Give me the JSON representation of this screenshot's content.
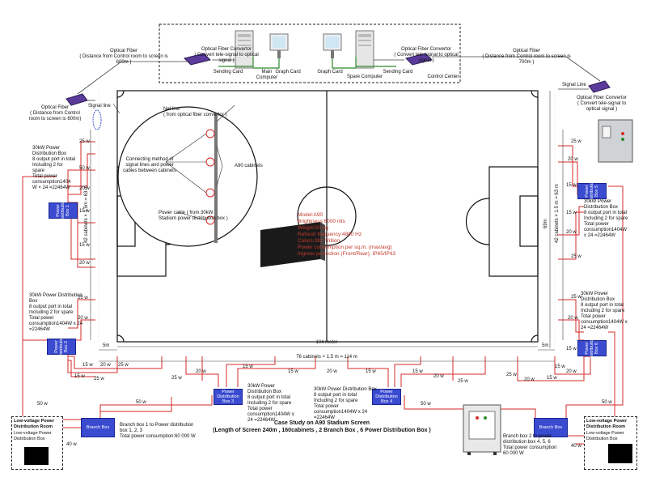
{
  "control": {
    "main_computer": "Main Computer",
    "spare_computer": "Spare Computer",
    "sending_card_left": "Sending Card",
    "graph_card_left": "Graph Card",
    "graph_card_right": "Graph Card",
    "sending_card_right": "Sending Card",
    "control_center": "Control Center",
    "converter_left": "Optical Fiber Convertor\n( Convert tele-signal to optical signal )",
    "converter_right": "Optical Fiber Convertor\n( Convert tele-signal to optical signal )",
    "fiber_top_left": "Optical Fiber\n( Distance from Control room to screen is 600m )",
    "fiber_top_right": "Optical Fiber\n( Distance from Control room to screen is 700m )",
    "fiber_left": "Optical Fiber\n( Distance from Control\nroom to screen is 600m)",
    "signal_line_left": "Signal line",
    "signal_line_right": "Signal Line",
    "converter_mid_right": "Optical Fiber Convertor\n( Convert tele-signal to\noptical signal )"
  },
  "field": {
    "detail_net_line": "Net line\n( from optical fiber convertor )",
    "detail_connecting": "Connecting method of\nsignal lines and power\ncables between cabinets",
    "detail_cabinets": "A90 cabinets",
    "detail_power_cable": "Power cable ( from 30kW\nStadium power distribution box )",
    "left_side_label": "42 cabinets × 1.5m = 63 m",
    "right_side_label": "42 cabinets × 1.5 m = 63 m",
    "right_outer_label": "69m",
    "bottom_inner": "104 meter",
    "bottom_outer": "76 cabinets × 1.5 m = 114 m",
    "corner_left": "5m",
    "corner_right": "5m"
  },
  "spec": {
    "model": "Model:A90",
    "brightness": "Brightness:6000 nits",
    "weight": "Weight:50 kg",
    "refresh": "Refresh frequency:4800 Hz",
    "colors": "Colors:281 Trillion",
    "power": "Power consumption per sq.m. (max/avg)",
    "ingress": "Ingress protection (Front/Rear): IP65/IP43"
  },
  "distribution": {
    "box1_label": "Power\nDistribution\nBox 1",
    "box1_desc": "30kW Power\nDistribution Box\n8 output port in total\nIncluding 2 for\nspare\nTotal power\nconsumption1404\nW × 24 =22464W",
    "box2_label": "Power\nDistribution\nBox 2",
    "box2_desc": "30kW Power Distribution\nBox\n8 output port in total\nIncluding 2 for spare\nTotal power\nconsumption1404W x 24\n=22464W",
    "box3_label": "Power\nDistribution\nBox 3",
    "box3_desc": "30kW Power\nDistribution Box\n8 output port in total\nIncluding 2 for spare\nTotal power\nconsumption1404W x\n24 =22464W",
    "box4_label": "Power\nDistribution\nBox 4",
    "box4_desc": "30kW Power Distribution Box\n8 output port in total\nIncluding 2 for spare\nTotal power\nconsumption1404W x 24\n=22464W",
    "box5_label": "Power\nDistribution\nBox 5",
    "box5_desc": "30kW Power\nDistribution Box\n8 output port in total\nIncluding 2 for spare\nTotal power\nconsumption1404W\nx 24 =22464W",
    "box6_label": "Power\nDistribution\nBox 6",
    "box6_desc": "30kW Power\nDistribution Box\n8 output port in total\nIncluding 2 for spare\nTotal power\nconsumption1404W x\n24 =22464W",
    "branch1_label": "Branch Box",
    "branch1_desc": "Branch box 1 to Power distribution\nbox 1, 2, 3\nTotal power consumption:60 000 W",
    "branch2_label": "Branch Box",
    "branch2_desc": "Branch box 2 to power\ndistribution box 4, 5, 6\nTotal power consumption\n60 000 W",
    "room_left_title": "Low-voltage Power\nDistribution Room",
    "room_left_sub": "Low-voltage Power\nDistribution Box",
    "room_right_title": "Low-voltage Power\nDistribution Room",
    "room_right_sub": "Low-voltage\nPower\nDistribution Box"
  },
  "labels": {
    "w15": "15 w",
    "w20": "20 w",
    "w25": "25 w",
    "w40": "40 w",
    "w50": "50 w"
  },
  "caption": {
    "line1": "Case Study on A90 Stadium Screen",
    "line2": "(Length of Screen 240m , 160cabinets , 2 Branch Box , 6 Power Distribution Box )"
  },
  "colors": {
    "power_line": "#d62828",
    "box_blue": "#3a4bd0",
    "fiber_purple": "#5a3a9a",
    "spec_red": "#c0392b"
  }
}
